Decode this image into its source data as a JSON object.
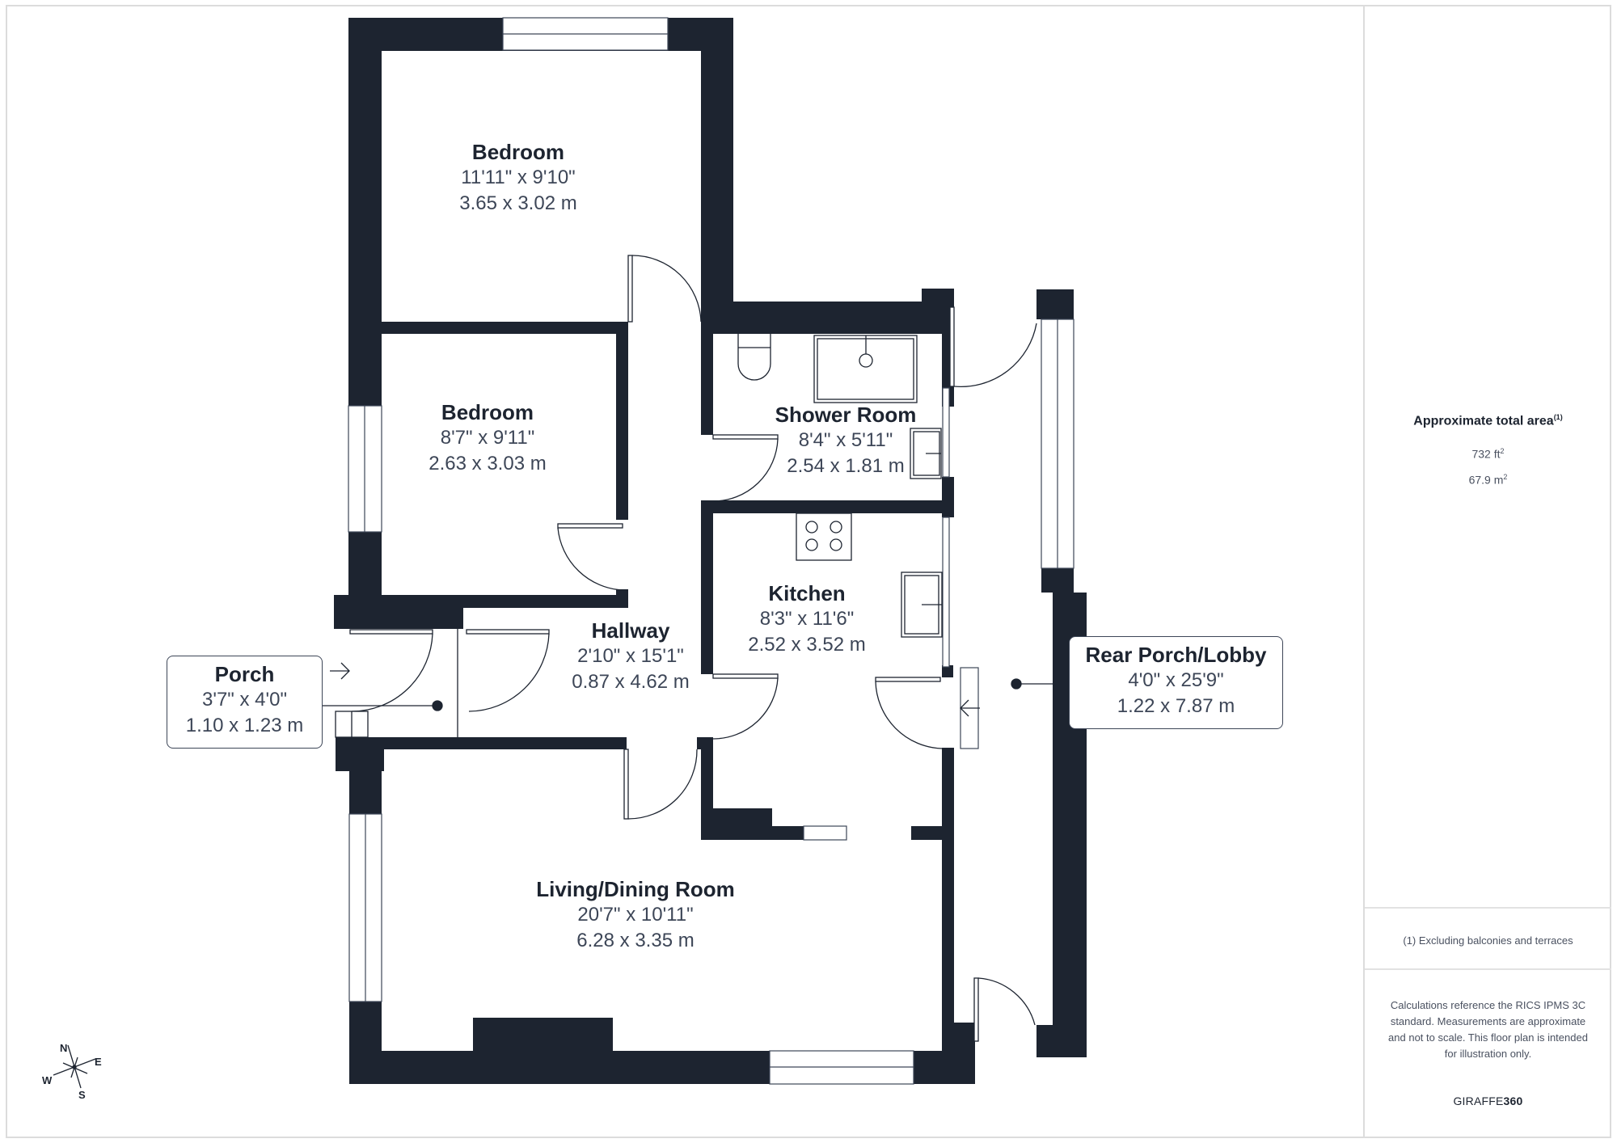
{
  "rooms": [
    {
      "id": "bedroom1",
      "name": "Bedroom",
      "imperial": "11'11\" x 9'10\"",
      "metric": "3.65 x 3.02 m"
    },
    {
      "id": "bedroom2",
      "name": "Bedroom",
      "imperial": "8'7\" x 9'11\"",
      "metric": "2.63 x 3.03 m"
    },
    {
      "id": "shower_room",
      "name": "Shower Room",
      "imperial": "8'4\" x 5'11\"",
      "metric": "2.54 x 1.81 m"
    },
    {
      "id": "kitchen",
      "name": "Kitchen",
      "imperial": "8'3\" x 11'6\"",
      "metric": "2.52 x 3.52 m"
    },
    {
      "id": "hallway",
      "name": "Hallway",
      "imperial": "2'10\" x 15'1\"",
      "metric": "0.87 x 4.62 m"
    },
    {
      "id": "porch",
      "name": "Porch",
      "imperial": "3'7\" x 4'0\"",
      "metric": "1.10 x 1.23 m"
    },
    {
      "id": "rear_porch",
      "name": "Rear Porch/Lobby",
      "imperial": "4'0\" x 25'9\"",
      "metric": "1.22 x 7.87 m"
    },
    {
      "id": "living",
      "name": "Living/Dining Room",
      "imperial": "20'7\" x 10'11\"",
      "metric": "6.28 x 3.35 m"
    }
  ],
  "summary": {
    "title": "Approximate total area",
    "title_footnote_marker": "(1)",
    "area_ft": "732 ft",
    "area_m": "67.9 m",
    "unit_exponent": "2",
    "footnote": "(1) Excluding balconies and terraces",
    "disclaimer": "Calculations reference the RICS IPMS 3C standard. Measurements are approximate and not to scale. This floor plan is intended for illustration only.",
    "brand_light": "GIRAFFE",
    "brand_bold": "360"
  },
  "compass": {
    "n": "N",
    "e": "E",
    "s": "S",
    "w": "W"
  },
  "colors": {
    "wall": "#1d2430",
    "dim_text": "#3d4657",
    "frame": "#dcdcdc"
  }
}
